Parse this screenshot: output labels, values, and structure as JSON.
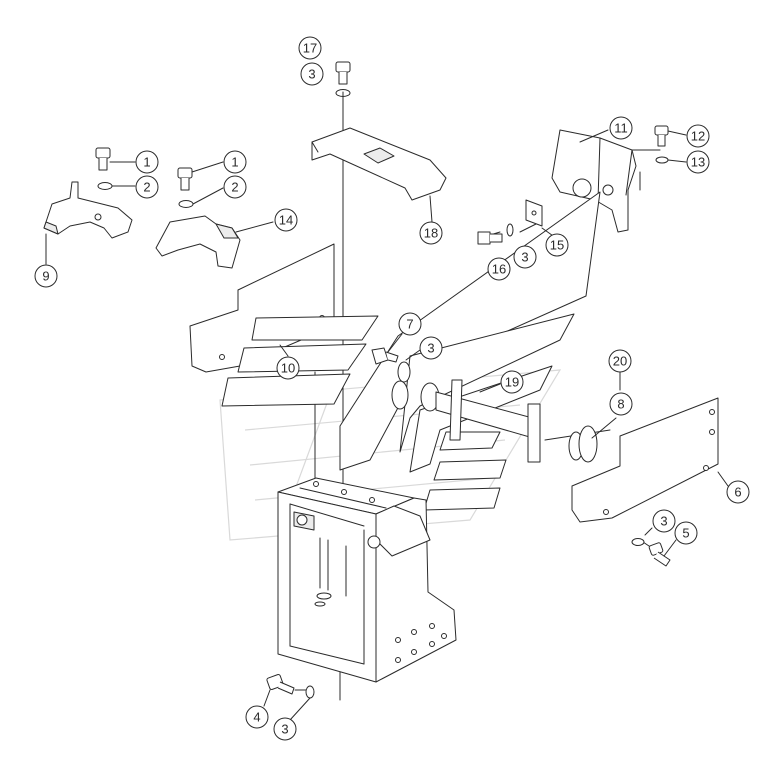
{
  "callouts": [
    {
      "id": "c17",
      "label": "17"
    },
    {
      "id": "c3a",
      "label": "3"
    },
    {
      "id": "c11",
      "label": "11"
    },
    {
      "id": "c12",
      "label": "12"
    },
    {
      "id": "c13",
      "label": "13"
    },
    {
      "id": "c1a",
      "label": "1"
    },
    {
      "id": "c1b",
      "label": "1"
    },
    {
      "id": "c2a",
      "label": "2"
    },
    {
      "id": "c2b",
      "label": "2"
    },
    {
      "id": "c14",
      "label": "14"
    },
    {
      "id": "c18",
      "label": "18"
    },
    {
      "id": "c15",
      "label": "15"
    },
    {
      "id": "c3b",
      "label": "3"
    },
    {
      "id": "c16",
      "label": "16"
    },
    {
      "id": "c9",
      "label": "9"
    },
    {
      "id": "c7",
      "label": "7"
    },
    {
      "id": "c3c",
      "label": "3"
    },
    {
      "id": "c10",
      "label": "10"
    },
    {
      "id": "c20",
      "label": "20"
    },
    {
      "id": "c19",
      "label": "19"
    },
    {
      "id": "c8",
      "label": "8"
    },
    {
      "id": "c6",
      "label": "6"
    },
    {
      "id": "c3d",
      "label": "3"
    },
    {
      "id": "c5",
      "label": "5"
    },
    {
      "id": "c4",
      "label": "4"
    },
    {
      "id": "c3e",
      "label": "3"
    }
  ]
}
